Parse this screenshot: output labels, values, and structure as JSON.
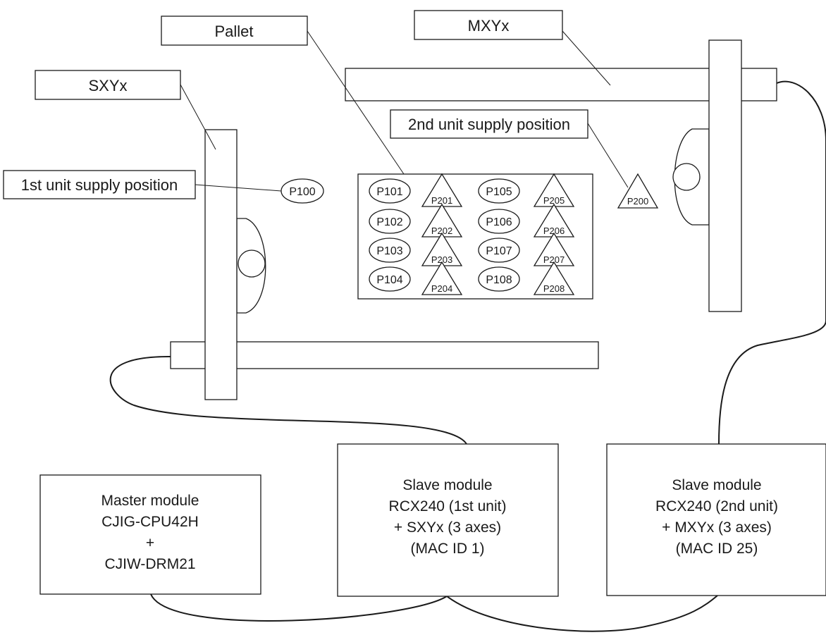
{
  "labels": {
    "pallet": "Pallet",
    "mxyx": "MXYx",
    "sxyx": "SXYx",
    "supply_1st": "1st unit supply position",
    "supply_2nd": "2nd unit supply position"
  },
  "points": {
    "p100": "P100",
    "p200": "P200",
    "pallet_ovals": [
      "P101",
      "P102",
      "P103",
      "P104",
      "P105",
      "P106",
      "P107",
      "P108"
    ],
    "pallet_triangles": [
      "P201",
      "P202",
      "P203",
      "P204",
      "P205",
      "P206",
      "P207",
      "P208"
    ]
  },
  "modules": {
    "master": [
      "Master module",
      "CJIG-CPU42H",
      "+",
      "CJIW-DRM21"
    ],
    "slave1": [
      "Slave module",
      "RCX240 (1st unit)",
      "+ SXYx (3 axes)",
      "(MAC ID 1)"
    ],
    "slave2": [
      "Slave module",
      "RCX240 (2nd unit)",
      "+ MXYx (3 axes)",
      "(MAC ID 25)"
    ]
  }
}
